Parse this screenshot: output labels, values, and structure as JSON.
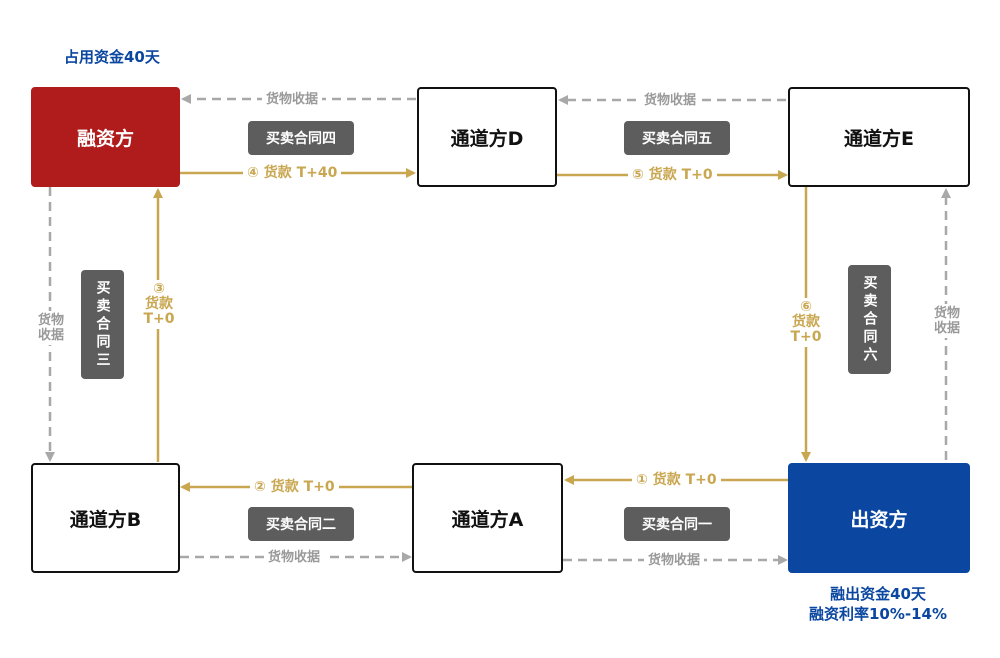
{
  "colors": {
    "financier": "#b01c1c",
    "funder": "#0b47a0",
    "payment_arrow": "#c9a650",
    "goods_arrow": "#a8a8a8",
    "contract_tag": "#5d5d5d"
  },
  "notes": {
    "financier_note": "占用资金40天",
    "funder_note_1": "融出资金40天",
    "funder_note_2": "融资利率10%-14%"
  },
  "nodes": {
    "financier": "融资方",
    "channel_d": "通道方D",
    "channel_e": "通道方E",
    "channel_b": "通道方B",
    "channel_a": "通道方A",
    "funder": "出资方"
  },
  "contracts": {
    "c1": "买卖合同一",
    "c2": "买卖合同二",
    "c3": "买卖合同三",
    "c4": "买卖合同四",
    "c5": "买卖合同五",
    "c6": "买卖合同六"
  },
  "payments": {
    "p1": "① 货款 T+0",
    "p2": "② 货款 T+0",
    "p3": "③\n货款\nT+0",
    "p4": "④ 货款 T+40",
    "p5": "⑤ 货款 T+0",
    "p6": "⑥\n货款\nT+0"
  },
  "goods": {
    "top_left": "货物收据",
    "top_right": "货物收据",
    "left": "货物\n收据",
    "right": "货物\n收据",
    "bottom_left": "货物收据",
    "bottom_right": "货物收据"
  }
}
